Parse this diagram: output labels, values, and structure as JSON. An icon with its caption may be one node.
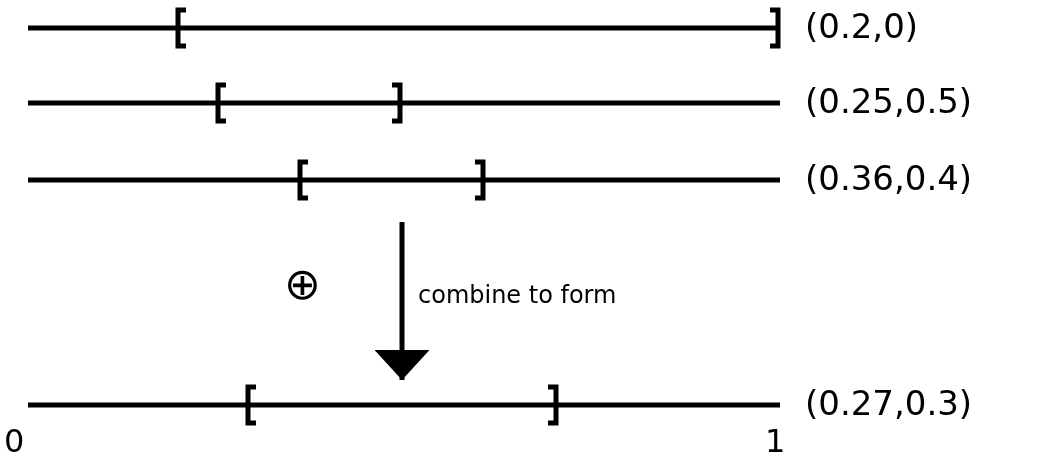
{
  "diagram": {
    "nodes": [
      {
        "text": [],
        "shape": "bar",
        "beside": [
          "(0.2,0)"
        ]
      },
      {
        "text": [],
        "shape": "bar",
        "beside": [
          "(0.25,0.5)"
        ]
      },
      {
        "text": [],
        "shape": "bar",
        "beside": [
          "(0.36,0.4)"
        ]
      },
      {
        "text": [],
        "shape": "bar",
        "beside": [
          "(0.27,0.3)"
        ]
      }
    ],
    "edges": [
      {
        "from": 2,
        "to": 3,
        "arrow": "to",
        "label": "combine to form"
      }
    ],
    "labels": [
      "⊕",
      "0",
      "1"
    ]
  }
}
